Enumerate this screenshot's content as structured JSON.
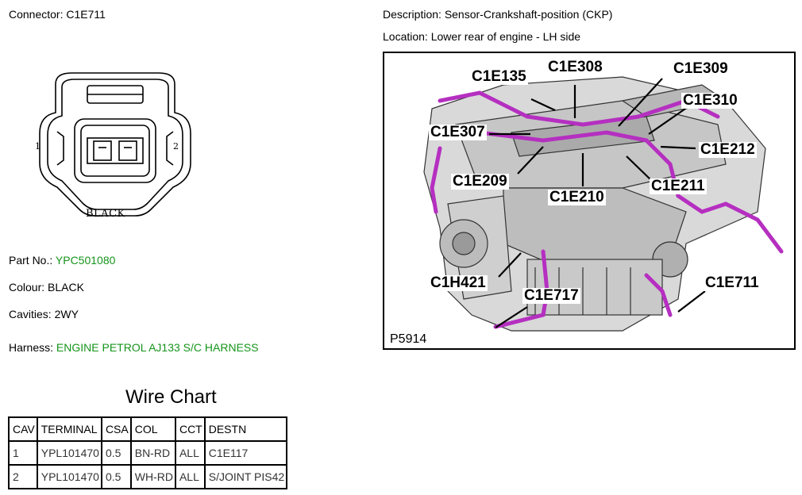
{
  "header": {
    "connector_label": "Connector:",
    "connector_value": "C1E711",
    "description_label": "Description:",
    "description_value": "Sensor-Crankshaft-position (CKP)",
    "location_label": "Location:",
    "location_value": "Lower rear of engine - LH side"
  },
  "connector_drawing": {
    "pin_left": "1",
    "pin_right": "2",
    "color_text": "BLACK"
  },
  "details": {
    "part_no_label": "Part No.:",
    "part_no_value": "YPC501080",
    "colour_label": "Colour:",
    "colour_value": "BLACK",
    "cavities_label": "Cavities:",
    "cavities_value": "2WY",
    "harness_label": "Harness:",
    "harness_value": "ENGINE PETROL AJ133 S/C HARNESS",
    "link_color": "#16941b"
  },
  "wire_chart": {
    "title": "Wire Chart",
    "headers": [
      "CAV",
      "TERMINAL",
      "CSA",
      "COL",
      "CCT",
      "DESTN"
    ],
    "rows": [
      [
        "1",
        "YPL101470",
        "0.5",
        "BN-RD",
        "ALL",
        "C1E117"
      ],
      [
        "2",
        "YPL101470",
        "0.5",
        "WH-RD",
        "ALL",
        "S/JOINT PIS42"
      ]
    ]
  },
  "engine_image": {
    "picture_ref": "P5914",
    "harness_color": "#b52fc0",
    "callouts": {
      "c1e135": "C1E135",
      "c1e308": "C1E308",
      "c1e309": "C1E309",
      "c1e310": "C1E310",
      "c1e307": "C1E307",
      "c1e212": "C1E212",
      "c1e209": "C1E209",
      "c1e211": "C1E211",
      "c1e210": "C1E210",
      "c1h421": "C1H421",
      "c1e711": "C1E711",
      "c1e717": "C1E717"
    }
  }
}
